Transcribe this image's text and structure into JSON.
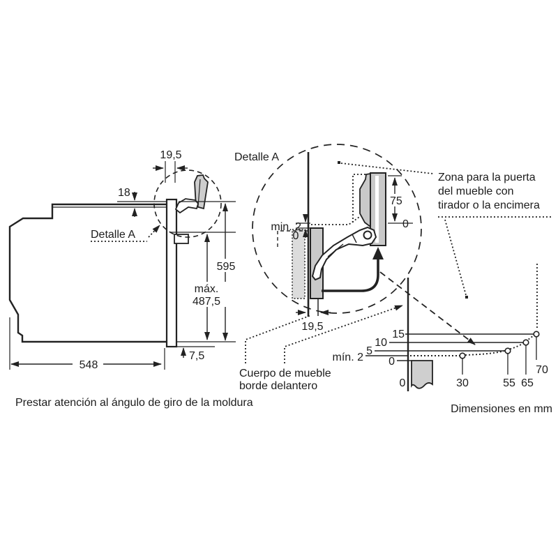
{
  "page": {
    "background": "#ffffff"
  },
  "colors": {
    "line": "#222222",
    "text": "#1c1c1c",
    "gray_fill": "#cdcdcd",
    "gray_fill_light": "#dcdcdc"
  },
  "side_view": {
    "dim_frame_depth": "19,5",
    "dim_top_gap": "18",
    "detail_label": "Detalle A",
    "dim_height": "595",
    "dim_max_label": "máx.",
    "dim_max_value": "487,5",
    "dim_bottom_gap": "7,5",
    "dim_depth": "548",
    "note": "Prestar atención al ángulo de giro de la moldura"
  },
  "detail_view": {
    "title": "Detalle A",
    "dim_min_gap": "min. 2",
    "dim_zero_left": "0",
    "dim_door_travel": "75",
    "dim_zero_right": "0",
    "dim_frame_depth": "19,5"
  },
  "callouts": {
    "zone_line1": "Zona para la puerta",
    "zone_line2": "del mueble con",
    "zone_line3": "tirador o la encimera",
    "cabinet_line1": "Cuerpo de mueble",
    "cabinet_line2": "borde delantero"
  },
  "graph": {
    "y_ticks": [
      "15",
      "10",
      "5",
      "0"
    ],
    "y_min_label": "mín. 2",
    "x_ticks": [
      "0",
      "30",
      "55",
      "65",
      "70"
    ],
    "units_note": "Dimensiones en mm"
  },
  "chart_data": {
    "type": "line",
    "x": [
      0,
      30,
      55,
      65,
      70
    ],
    "y": [
      2,
      2,
      5,
      10,
      15
    ],
    "x_ticks": [
      0,
      30,
      55,
      65,
      70
    ],
    "y_ticks": [
      0,
      5,
      10,
      15
    ],
    "annotation": "mín. 2",
    "title": "Dimensiones en mm",
    "legend": "none",
    "grid": "off"
  }
}
